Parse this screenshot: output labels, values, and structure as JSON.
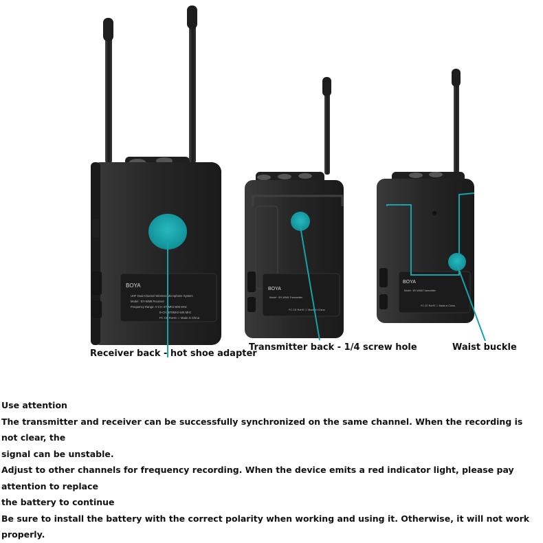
{
  "captions": {
    "receiver": "Receiver back - hot shoe adapter",
    "transmitter": "Transmitter back - 1/4 screw hole",
    "waist": "Waist buckle"
  },
  "device_label": {
    "brand": "BOYA",
    "line1": "UHF Dual-Channel Wireless Microphone System",
    "receiver_model": "Model : BY-WM8 Receiver",
    "transmitter_model": "Model : BY-WM8 Transmitter",
    "freq": "Frequency Range: A-CH: 570MHz-606 MHz",
    "freq_b": "B-CH: 570MHz-546 MHz",
    "marks": "FC  CE  RoHS  ♲  Made in China"
  },
  "notes": {
    "title": "Use attention",
    "line1": "The transmitter and receiver can be successfully synchronized on the same channel. When the recording is not clear, the",
    "line2": "signal can be unstable.",
    "line3": "Adjust to other channels for frequency recording. When the device emits a red indicator light, please pay attention to replace",
    "line4": "the battery to continue",
    "line5": "Be sure to install the battery with the correct polarity when working and using it. Otherwise, it will not work properly."
  },
  "colors": {
    "highlight": "#17a3ab",
    "device": "#2a2a2a"
  }
}
